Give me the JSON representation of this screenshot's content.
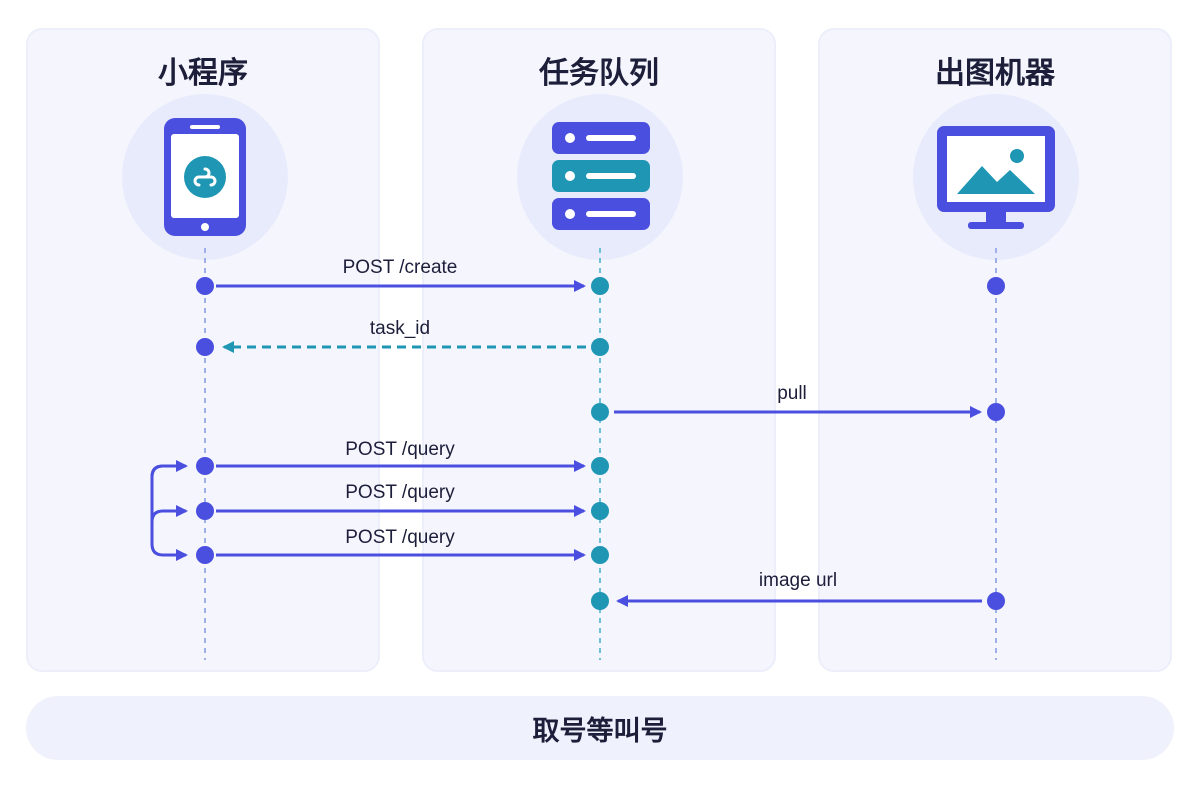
{
  "columns": [
    {
      "title": "小程序",
      "icon": "mini-program-phone-icon"
    },
    {
      "title": "任务队列",
      "icon": "server-stack-icon"
    },
    {
      "title": "出图机器",
      "icon": "image-monitor-icon"
    }
  ],
  "messages": [
    {
      "label": "POST /create",
      "from": 0,
      "to": 1,
      "style": "solid"
    },
    {
      "label": "task_id",
      "from": 1,
      "to": 0,
      "style": "dashed"
    },
    {
      "label": "pull",
      "from": 1,
      "to": 2,
      "style": "solid"
    },
    {
      "label": "POST /query",
      "from": 0,
      "to": 1,
      "style": "solid"
    },
    {
      "label": "POST /query",
      "from": 0,
      "to": 1,
      "style": "solid"
    },
    {
      "label": "POST /query",
      "from": 0,
      "to": 1,
      "style": "solid"
    },
    {
      "label": "image url",
      "from": 2,
      "to": 1,
      "style": "solid"
    }
  ],
  "footer": {
    "label": "取号等叫号"
  },
  "colors": {
    "blue": "#4a4fe0",
    "teal": "#1e96b4",
    "lifeline": "#9fb0e8",
    "panel": "#f5f6fd"
  }
}
